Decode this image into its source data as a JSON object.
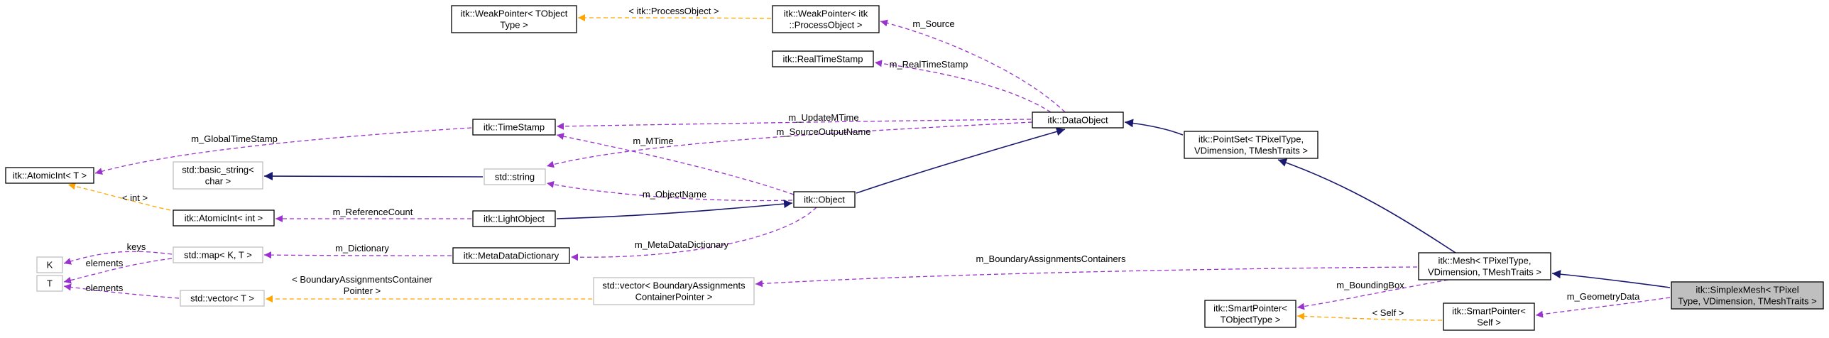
{
  "colors": {
    "inherit": "#191970",
    "usage": "#9a32cd",
    "template": "#ffa500",
    "node_fill": "#ffffff",
    "focus_fill": "#bfbfbf"
  },
  "nodes": [
    {
      "id": "weakptr_tobject",
      "lines": [
        "itk::WeakPointer< TObject",
        "Type >"
      ],
      "style": "strong"
    },
    {
      "id": "weakptr_process",
      "lines": [
        "itk::WeakPointer< itk",
        "::ProcessObject >"
      ],
      "style": "strong"
    },
    {
      "id": "realtimestamp",
      "lines": [
        "itk::RealTimeStamp"
      ],
      "style": "strong"
    },
    {
      "id": "timestamp",
      "lines": [
        "itk::TimeStamp"
      ],
      "style": "strong"
    },
    {
      "id": "dataobject",
      "lines": [
        "itk::DataObject"
      ],
      "style": "strong"
    },
    {
      "id": "pointset",
      "lines": [
        "itk::PointSet< TPixelType,",
        "VDimension, TMeshTraits >"
      ],
      "style": "strong"
    },
    {
      "id": "atomicint_t",
      "lines": [
        "itk::AtomicInt< T >"
      ],
      "style": "strong"
    },
    {
      "id": "basic_string",
      "lines": [
        "std::basic_string<",
        "char >"
      ],
      "style": "weak"
    },
    {
      "id": "stdstring",
      "lines": [
        "std::string"
      ],
      "style": "weak"
    },
    {
      "id": "atomicint_int",
      "lines": [
        "itk::AtomicInt< int >"
      ],
      "style": "strong"
    },
    {
      "id": "lightobject",
      "lines": [
        "itk::LightObject"
      ],
      "style": "strong"
    },
    {
      "id": "object",
      "lines": [
        "itk::Object"
      ],
      "style": "strong"
    },
    {
      "id": "k",
      "lines": [
        "K"
      ],
      "style": "weak"
    },
    {
      "id": "stdmap",
      "lines": [
        "std::map< K, T >"
      ],
      "style": "weak"
    },
    {
      "id": "metadatadict",
      "lines": [
        "itk::MetaDataDictionary"
      ],
      "style": "strong"
    },
    {
      "id": "t",
      "lines": [
        "T"
      ],
      "style": "weak"
    },
    {
      "id": "stdvector",
      "lines": [
        "std::vector< T >"
      ],
      "style": "weak"
    },
    {
      "id": "stdvector_bac",
      "lines": [
        "std::vector< BoundaryAssignments",
        "ContainerPointer >"
      ],
      "style": "weak"
    },
    {
      "id": "mesh",
      "lines": [
        "itk::Mesh< TPixelType,",
        "VDimension, TMeshTraits >"
      ],
      "style": "strong"
    },
    {
      "id": "smartptr_tobject",
      "lines": [
        "itk::SmartPointer<",
        "TObjectType >"
      ],
      "style": "strong"
    },
    {
      "id": "smartptr_self",
      "lines": [
        "itk::SmartPointer<",
        "Self >"
      ],
      "style": "strong"
    },
    {
      "id": "simplexmesh",
      "lines": [
        "itk::SimplexMesh< TPixel",
        "Type, VDimension, TMeshTraits >"
      ],
      "style": "focus"
    }
  ],
  "edges": [
    {
      "id": "e_process_to_weakptr",
      "kind": "template",
      "label_lines": [
        "< itk::ProcessObject >"
      ]
    },
    {
      "id": "e_source",
      "kind": "usage",
      "label_lines": [
        "m_Source"
      ]
    },
    {
      "id": "e_realtime",
      "kind": "usage",
      "label_lines": [
        "m_RealTimeStamp"
      ]
    },
    {
      "id": "e_updatemtime",
      "kind": "usage",
      "label_lines": [
        "m_UpdateMTime"
      ]
    },
    {
      "id": "e_sourceoutputname",
      "kind": "usage",
      "label_lines": [
        "m_SourceOutputName"
      ]
    },
    {
      "id": "e_dataobject_pointset",
      "kind": "inherit",
      "label_lines": []
    },
    {
      "id": "e_globaltimestamp",
      "kind": "usage",
      "label_lines": [
        "m_GlobalTimeStamp"
      ]
    },
    {
      "id": "e_mtime",
      "kind": "usage",
      "label_lines": [
        "m_MTime"
      ]
    },
    {
      "id": "e_basicstring_string",
      "kind": "inherit",
      "label_lines": []
    },
    {
      "id": "e_int_template",
      "kind": "template",
      "label_lines": [
        "< int >"
      ]
    },
    {
      "id": "e_objectname",
      "kind": "usage",
      "label_lines": [
        "m_ObjectName"
      ]
    },
    {
      "id": "e_object_dataobject",
      "kind": "inherit",
      "label_lines": []
    },
    {
      "id": "e_referencecount",
      "kind": "usage",
      "label_lines": [
        "m_ReferenceCount"
      ]
    },
    {
      "id": "e_lightobject_object",
      "kind": "inherit",
      "label_lines": []
    },
    {
      "id": "e_keys",
      "kind": "usage",
      "label_lines": [
        "keys"
      ]
    },
    {
      "id": "e_dictionary",
      "kind": "usage",
      "label_lines": [
        "m_Dictionary"
      ]
    },
    {
      "id": "e_metadatadictionary",
      "kind": "usage",
      "label_lines": [
        "m_MetaDataDictionary"
      ]
    },
    {
      "id": "e_map_elements",
      "kind": "usage",
      "label_lines": [
        "elements"
      ]
    },
    {
      "id": "e_vector_elements",
      "kind": "usage",
      "label_lines": [
        "elements"
      ]
    },
    {
      "id": "e_bac_template",
      "kind": "template",
      "label_lines": [
        "< BoundaryAssignmentsContainer",
        "Pointer >"
      ]
    },
    {
      "id": "e_boundaryassignments",
      "kind": "usage",
      "label_lines": [
        "m_BoundaryAssignmentsContainers"
      ]
    },
    {
      "id": "e_pointset_mesh",
      "kind": "inherit",
      "label_lines": []
    },
    {
      "id": "e_boundingbox",
      "kind": "usage",
      "label_lines": [
        "m_BoundingBox"
      ]
    },
    {
      "id": "e_self_template",
      "kind": "template",
      "label_lines": [
        "< Self >"
      ]
    },
    {
      "id": "e_mesh_simplex",
      "kind": "inherit",
      "label_lines": []
    },
    {
      "id": "e_geometrydata",
      "kind": "usage",
      "label_lines": [
        "m_GeometryData"
      ]
    }
  ]
}
